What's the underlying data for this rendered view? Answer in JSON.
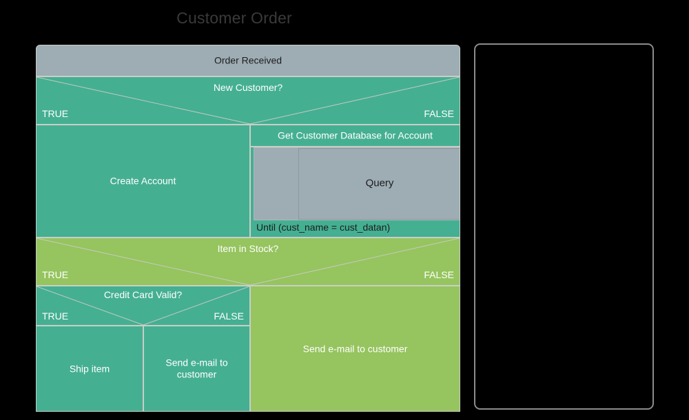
{
  "title": "Customer Order",
  "colors": {
    "teal": "#45af92",
    "green": "#96c45f",
    "gray": "#9eacb4",
    "border": "#c9cfc6",
    "background": "#000000",
    "title_text": "#3a3a3a",
    "panel_border": "#8c8c8c"
  },
  "diagram": {
    "type": "nassi-shneiderman-structogram",
    "nodes": {
      "order_received": {
        "label": "Order Received",
        "kind": "process"
      },
      "new_customer": {
        "label": "New Customer?",
        "kind": "decision"
      },
      "new_customer_true": {
        "label": "TRUE"
      },
      "new_customer_false": {
        "label": "FALSE"
      },
      "create_account": {
        "label": "Create Account",
        "kind": "process"
      },
      "get_customer_db": {
        "label": "Get Customer Database for Account",
        "kind": "process"
      },
      "query": {
        "label": "Query",
        "kind": "process"
      },
      "until_condition": {
        "label": "Until (cust_name = cust_datan)",
        "kind": "loop-footer"
      },
      "item_in_stock": {
        "label": "Item in Stock?",
        "kind": "decision"
      },
      "item_in_stock_true": {
        "label": "TRUE"
      },
      "item_in_stock_false": {
        "label": "FALSE"
      },
      "credit_card_valid": {
        "label": "Credit Card Valid?",
        "kind": "decision"
      },
      "credit_card_true": {
        "label": "TRUE"
      },
      "credit_card_false": {
        "label": "FALSE"
      },
      "ship_item": {
        "label": "Ship item",
        "kind": "process"
      },
      "send_email_credit": {
        "label": "Send e-mail to\ncustomer",
        "kind": "process"
      },
      "send_email_stock": {
        "label": "Send e-mail to customer",
        "kind": "process"
      }
    }
  },
  "side_panel": {
    "content": ""
  }
}
